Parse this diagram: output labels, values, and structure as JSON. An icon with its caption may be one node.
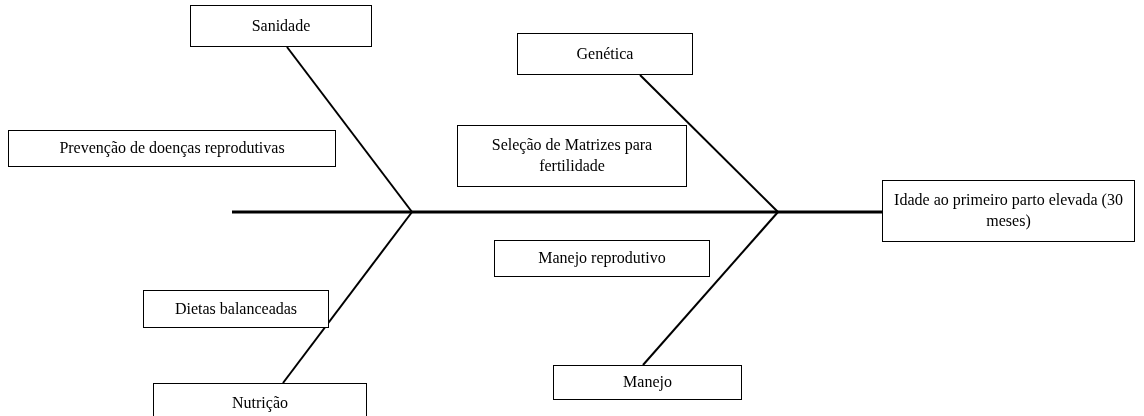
{
  "diagram": {
    "nodes": [
      {
        "text": [
          "Sanidade"
        ]
      },
      {
        "text": [
          "Genética"
        ]
      },
      {
        "text": [
          "Prevenção de doenças reprodutivas"
        ]
      },
      {
        "text": [
          "Seleção de Matrizes para fertilidade"
        ]
      },
      {
        "text": [
          "Idade ao primeiro parto elevada (30 meses)"
        ]
      },
      {
        "text": [
          "Manejo reprodutivo"
        ]
      },
      {
        "text": [
          "Dietas balanceadas"
        ]
      },
      {
        "text": [
          "Nutrição"
        ]
      },
      {
        "text": [
          "Manejo"
        ]
      }
    ],
    "edges": [
      {
        "from": null,
        "to": 4,
        "arrow": "none"
      },
      {
        "from": 0,
        "to": null,
        "arrow": "none"
      },
      {
        "from": 7,
        "to": null,
        "arrow": "none"
      },
      {
        "from": 1,
        "to": null,
        "arrow": "none"
      },
      {
        "from": 8,
        "to": null,
        "arrow": "none"
      }
    ]
  }
}
